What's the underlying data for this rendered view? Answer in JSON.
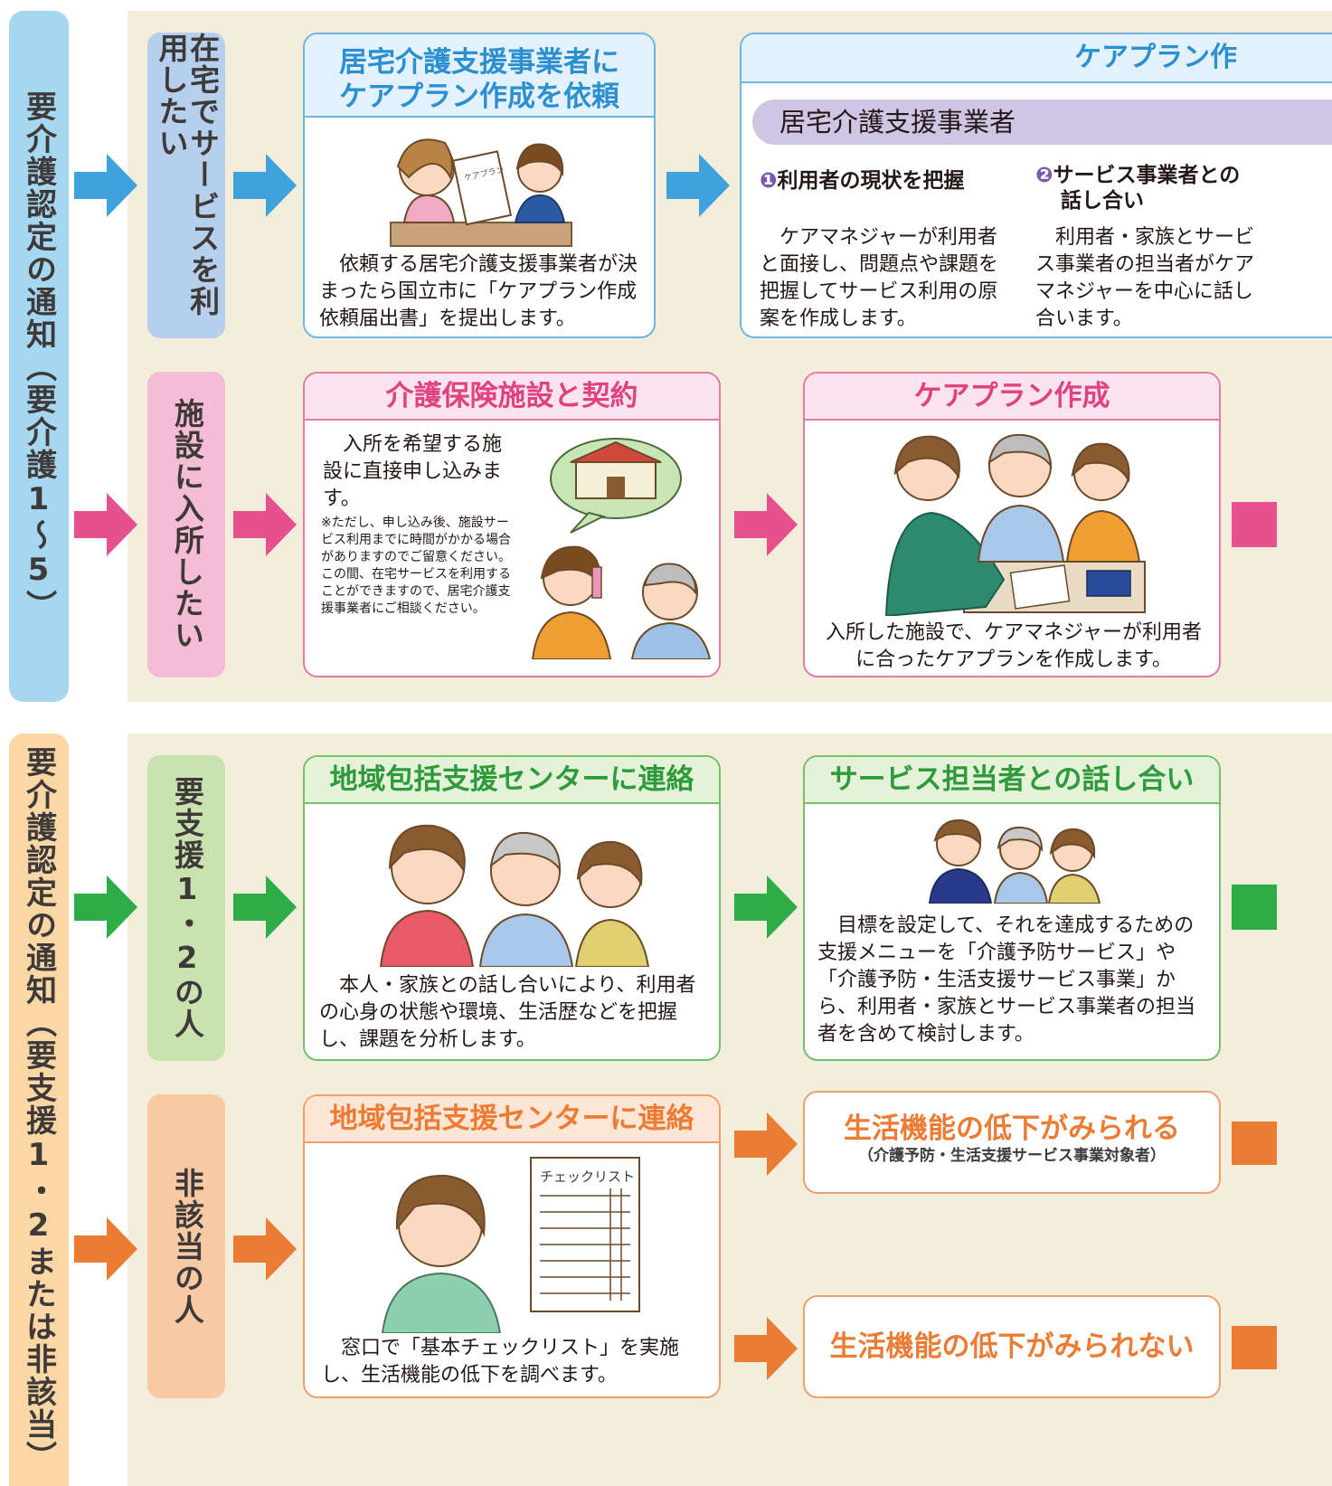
{
  "sidebar_top": {
    "label": "要介護認定の通知（要介護1〜5）"
  },
  "sidebar_bottom": {
    "label": "要介護認定の通知（要支援1・2または非該当）"
  },
  "row_labels": {
    "home_service": "在宅でサービスを利用したい",
    "facility": "施設に入所したい",
    "support": "要支援1・2の人",
    "not_applicable": "非該当の人"
  },
  "boxes": {
    "request": {
      "title_line1": "居宅介護支援事業者に",
      "title_line2": "ケアプラン作成を依頼",
      "body": "　依頼する居宅介護支援事業者が決まったら国立市に「ケアプラン作成依頼届出書」を提出します。",
      "doc_text": "ケアプラン作成依頼届出書"
    },
    "careplan_home": {
      "title": "ケアプラン作",
      "subheader": "居宅介護支援事業者",
      "step1_num": "❶",
      "step1_title": "利用者の現状を把握",
      "step1_body": "　ケアマネジャーが利用者と面接し、問題点や課題を把握してサービス利用の原案を作成します。",
      "step2_num": "❷",
      "step2_title_line1": "サービス事業者との",
      "step2_title_line2": "話し合い",
      "step2_body": "　利用者・家族とサービス事業者の担当者がケアマネジャーを中心に話し合います。"
    },
    "facility_contract": {
      "title": "介護保険施設と契約",
      "body": "　入所を希望する施設に直接申し込みます。",
      "note": "※ただし、申し込み後、施設サービス利用までに時間がかかる場合がありますのでご留意ください。この間、在宅サービスを利用することができますので、居宅介護支援事業者にご相談ください。"
    },
    "careplan_facility": {
      "title": "ケアプラン作成",
      "body": "入所した施設で、ケアマネジャーが利用者に合ったケアプランを作成します。"
    },
    "center_support": {
      "title": "地域包括支援センターに連絡",
      "body": "　本人・家族との話し合いにより、利用者の心身の状態や環境、生活歴などを把握し、課題を分析します。"
    },
    "service_meeting": {
      "title": "サービス担当者との話し合い",
      "body": "　目標を設定して、それを達成するための支援メニューを「介護予防サービス」や「介護予防・生活支援サービス事業」から、利用者・家族とサービス事業者の担当者を含めて検討します。"
    },
    "center_na": {
      "title": "地域包括支援センターに連絡",
      "body": "　窓口で「基本チェックリスト」を実施し、生活機能の低下を調べます。",
      "checklist_title": "チェックリスト"
    },
    "decline_yes": {
      "title": "生活機能の低下がみられる",
      "sub": "（介護予防・生活支援サービス事業対象者）"
    },
    "decline_no": {
      "title": "生活機能の低下がみられない"
    }
  },
  "colors": {
    "blue": "#3fa2dc",
    "pink": "#e6508f",
    "green": "#2eac48",
    "orange": "#ec7b34",
    "panel": "#f3eedb"
  }
}
